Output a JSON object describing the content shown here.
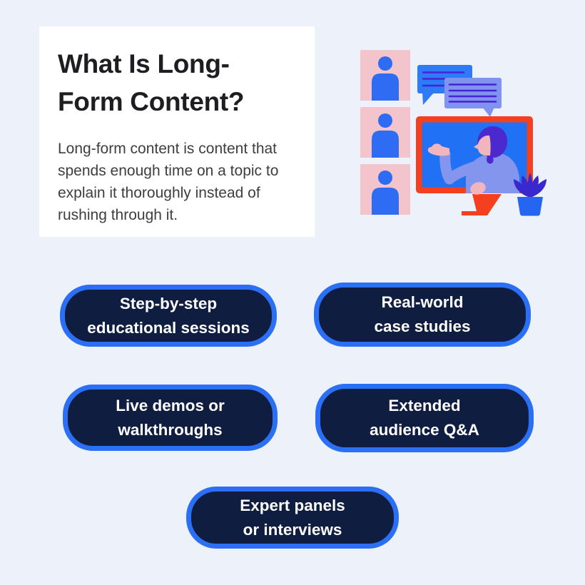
{
  "card": {
    "title": "What Is Long-Form Content?",
    "title_lines": [
      "What Is Long-",
      "Form Content?"
    ],
    "description": "Long-form content is content that spends enough time on a topic to explain it thoroughly instead of rushing through it."
  },
  "pills": [
    {
      "label": "Step-by-step educational sessions",
      "lines": [
        "Step-by-step",
        "educational sessions"
      ]
    },
    {
      "label": "Real-world case studies",
      "lines": [
        "Real-world",
        "case studies"
      ]
    },
    {
      "label": "Live demos or walkthroughs",
      "lines": [
        "Live demos or",
        "walkthroughs"
      ]
    },
    {
      "label": "Extended audience Q&A",
      "lines": [
        "Extended",
        "audience Q&A"
      ]
    },
    {
      "label": "Expert panels or interviews",
      "lines": [
        "Expert panels",
        "or interviews"
      ]
    }
  ],
  "illustration": {
    "icons": [
      "participant-tile-icon",
      "chat-bubbles-icon",
      "monitor-presenter-icon",
      "plant-icon"
    ]
  },
  "colors": {
    "bg": "#edf1fa",
    "card_bg": "#ffffff",
    "heading": "#1d1d22",
    "body_text": "#3e3e42",
    "pill_fill": "#0f1d40",
    "pill_border": "#2b6ff5",
    "pill_text": "#ffffff",
    "pink": "#f3c4cb",
    "blue": "#2e6cf3",
    "bubble_back": "#2d7bf7",
    "bubble_front": "#8193f0",
    "line_purple": "#4623d4",
    "screen_blue": "#2171f5",
    "red": "#f4401e",
    "hair": "#4c29cf",
    "skin": "#f1b6bd",
    "sweater": "#8495ee",
    "leaf": "#3928cd",
    "pot": "#2465f1"
  }
}
